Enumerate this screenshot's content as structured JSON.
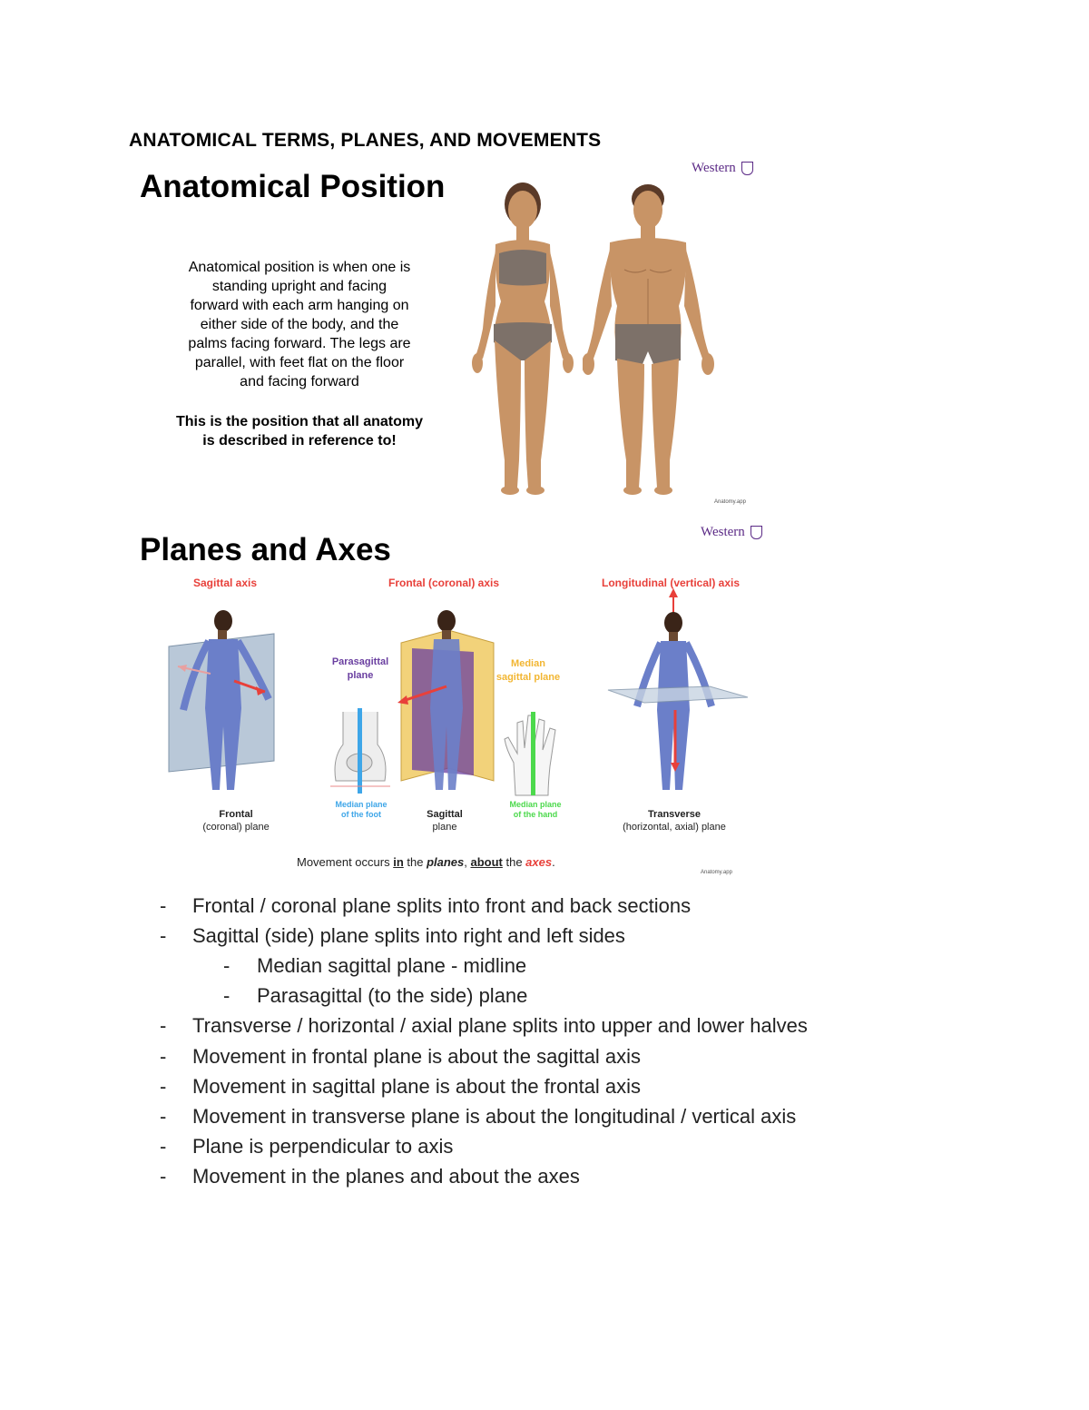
{
  "document": {
    "title": "ANATOMICAL TERMS, PLANES, AND MOVEMENTS"
  },
  "slide1": {
    "heading": "Anatomical Position",
    "paragraph_lines": [
      "Anatomical position is when one is",
      "standing upright and facing",
      "forward with each arm hanging on",
      "either side of the body, and the",
      "palms facing forward. The legs are",
      "parallel, with feet flat on the floor",
      "and facing forward"
    ],
    "bold_lines": [
      "This is the position that all anatomy",
      "is described in reference to!"
    ],
    "logo": "Western",
    "credit": "Anatomy.app"
  },
  "slide2": {
    "heading": "Planes and  Axes",
    "logo": "Western",
    "axes": {
      "sagittal": "Sagittal axis",
      "frontal": "Frontal (coronal) axis",
      "longitudinal": "Longitudinal (vertical) axis"
    },
    "planes": {
      "frontal": [
        "Frontal",
        "(coronal) plane"
      ],
      "sagittal": [
        "Sagittal",
        "plane"
      ],
      "transverse": [
        "Transverse",
        "(horizontal, axial) plane"
      ],
      "parasagittal": [
        "Parasagittal",
        "plane"
      ],
      "median_sagittal": [
        "Median",
        "sagittal plane"
      ],
      "median_foot": [
        "Median plane",
        "of the foot"
      ],
      "median_hand": [
        "Median plane",
        "of the hand"
      ]
    },
    "movement_sentence": {
      "part1": "Movement occurs ",
      "in": "in",
      "part2": " the ",
      "planes": "planes",
      "part3": ", ",
      "about": "about",
      "part4": " the ",
      "axes": "axes",
      "part5": "."
    },
    "credit": "Anatomy.app"
  },
  "bullets": [
    {
      "text": "Frontal / coronal plane splits into front and back sections",
      "level": 1
    },
    {
      "text": "Sagittal (side) plane splits into right and left sides",
      "level": 1
    },
    {
      "text": "Median sagittal plane - midline",
      "level": 2
    },
    {
      "text": "Parasagittal (to the side) plane",
      "level": 2
    },
    {
      "text": "Transverse / horizontal / axial plane splits into upper and lower halves",
      "level": 1
    },
    {
      "text": "Movement in frontal plane is about the sagittal axis",
      "level": 1
    },
    {
      "text": "Movement in sagittal plane is about the frontal axis",
      "level": 1
    },
    {
      "text": "Movement in transverse plane is about the longitudinal / vertical axis",
      "level": 1
    },
    {
      "text": "Plane is perpendicular to axis",
      "level": 1
    },
    {
      "text": "Movement in the planes and about the axes",
      "level": 1
    }
  ],
  "colors": {
    "skin": "#c89466",
    "underwear": "#7d7169",
    "leotard": "#6b7fc9",
    "axis_red": "#e8403a",
    "parasagittal_purple": "#6a3fa0",
    "median_yellow": "#f2b632",
    "foot_blue": "#3ea6e8",
    "hand_green": "#4cd94c",
    "logo_purple": "#5b2a86"
  }
}
